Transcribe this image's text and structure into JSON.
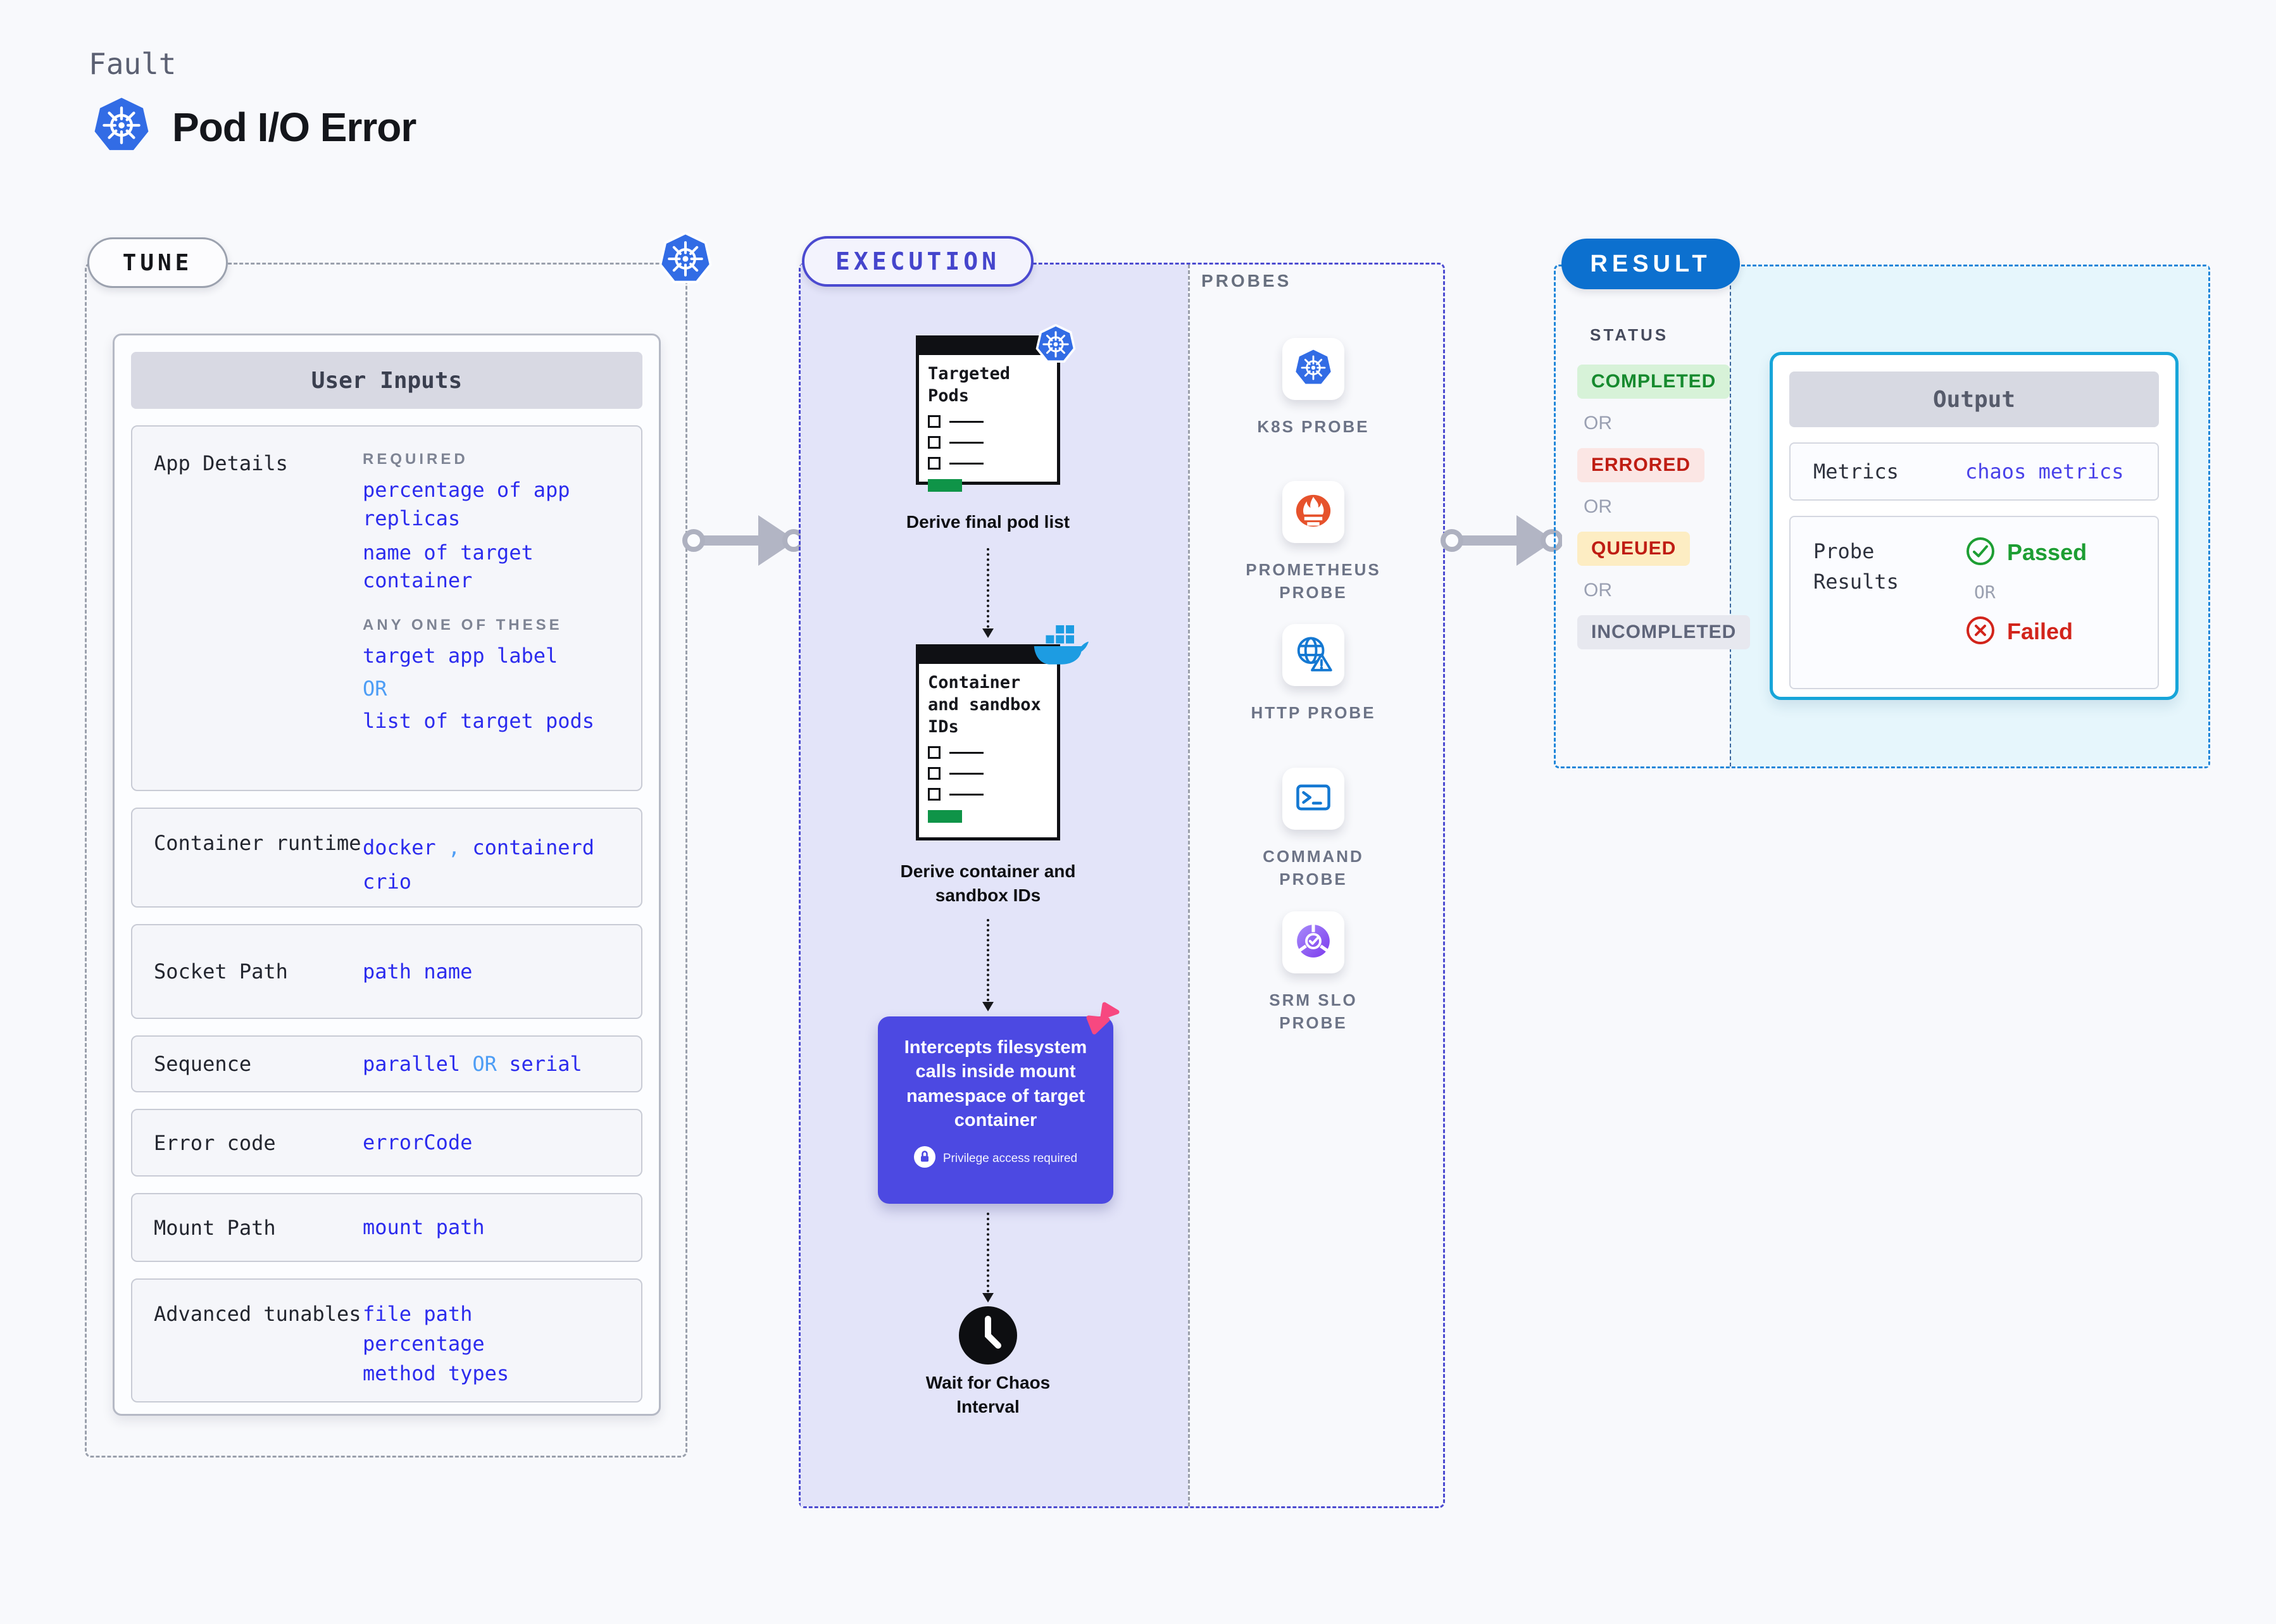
{
  "page": {
    "kicker": "Fault",
    "title": "Pod I/O Error"
  },
  "tune": {
    "label": "TUNE",
    "card_title": "User Inputs",
    "rows": {
      "app": {
        "label": "App Details",
        "required_label": "REQUIRED",
        "required_1": "percentage of app replicas",
        "required_2": "name of target container",
        "any_label": "ANY ONE OF THESE",
        "option_1": "target app label",
        "or": "OR",
        "option_2": "list of target pods"
      },
      "runtime": {
        "label": "Container runtime",
        "v1": "docker",
        "comma": ",",
        "v2": "containerd",
        "v3": "crio"
      },
      "socket": {
        "label": "Socket Path",
        "value": "path name"
      },
      "sequence": {
        "label": "Sequence",
        "v1": "parallel",
        "or": "OR",
        "v2": "serial"
      },
      "error": {
        "label": "Error code",
        "value": "errorCode"
      },
      "mount": {
        "label": "Mount Path",
        "value": "mount path"
      },
      "advanced": {
        "label": "Advanced tunables",
        "v1": "file path",
        "v2": "percentage",
        "v3": "method types"
      }
    }
  },
  "execution": {
    "label": "EXECUTION",
    "doc1_title": "Targeted Pods",
    "step1_label": "Derive final pod list",
    "doc2_title": "Container and sandbox IDs",
    "step2_label": "Derive container and sandbox IDs",
    "intercept_text": "Intercepts filesystem calls inside mount namespace of target container",
    "privilege_note": "Privilege access required",
    "wait_label": "Wait for Chaos Interval"
  },
  "probes": {
    "label": "PROBES",
    "items": [
      {
        "label": "K8S PROBE",
        "icon": "kubernetes-icon"
      },
      {
        "label": "PROMETHEUS PROBE",
        "icon": "prometheus-icon"
      },
      {
        "label": "HTTP PROBE",
        "icon": "http-globe-warning-icon"
      },
      {
        "label": "COMMAND PROBE",
        "icon": "terminal-icon"
      },
      {
        "label": "SRM SLO PROBE",
        "icon": "slo-pie-check-icon"
      }
    ]
  },
  "result": {
    "label": "RESULT",
    "status_label": "STATUS",
    "or_label": "OR",
    "statuses": [
      {
        "label": "COMPLETED",
        "bg": "#d7f2d8",
        "fg": "#168a2e"
      },
      {
        "label": "ERRORED",
        "bg": "#fbe6e4",
        "fg": "#bf1d13"
      },
      {
        "label": "QUEUED",
        "bg": "#fdedc3",
        "fg": "#bf1d13"
      },
      {
        "label": "INCOMPLETED",
        "bg": "#e7e8ef",
        "fg": "#5f657a"
      }
    ],
    "output": {
      "title": "Output",
      "metrics_label": "Metrics",
      "metrics_value": "chaos metrics",
      "probe_results_label": "Probe Results",
      "passed": "Passed",
      "or": "OR",
      "failed": "Failed"
    }
  },
  "colors": {
    "background": "#f8f9fc",
    "value_blue": "#2c2cee",
    "or_light_blue": "#4d9df5",
    "indigo_border": "#4b4ad0",
    "lavender_bg": "#e3e4f9",
    "purple_box": "#4c49e2",
    "kubernetes_blue": "#326ce5",
    "docker_blue": "#1d9ce2",
    "prometheus_orange": "#e6522c",
    "probe_blue": "#1478d2",
    "slo_purple": "#7c3aed",
    "result_blue": "#0c70cf",
    "cyan_bg": "#e6f6fc",
    "output_border": "#17a5d9",
    "passed_green": "#1d9e33",
    "failed_red": "#d2241b",
    "doc_green": "#0f9448",
    "pink_badge": "#f74880"
  }
}
